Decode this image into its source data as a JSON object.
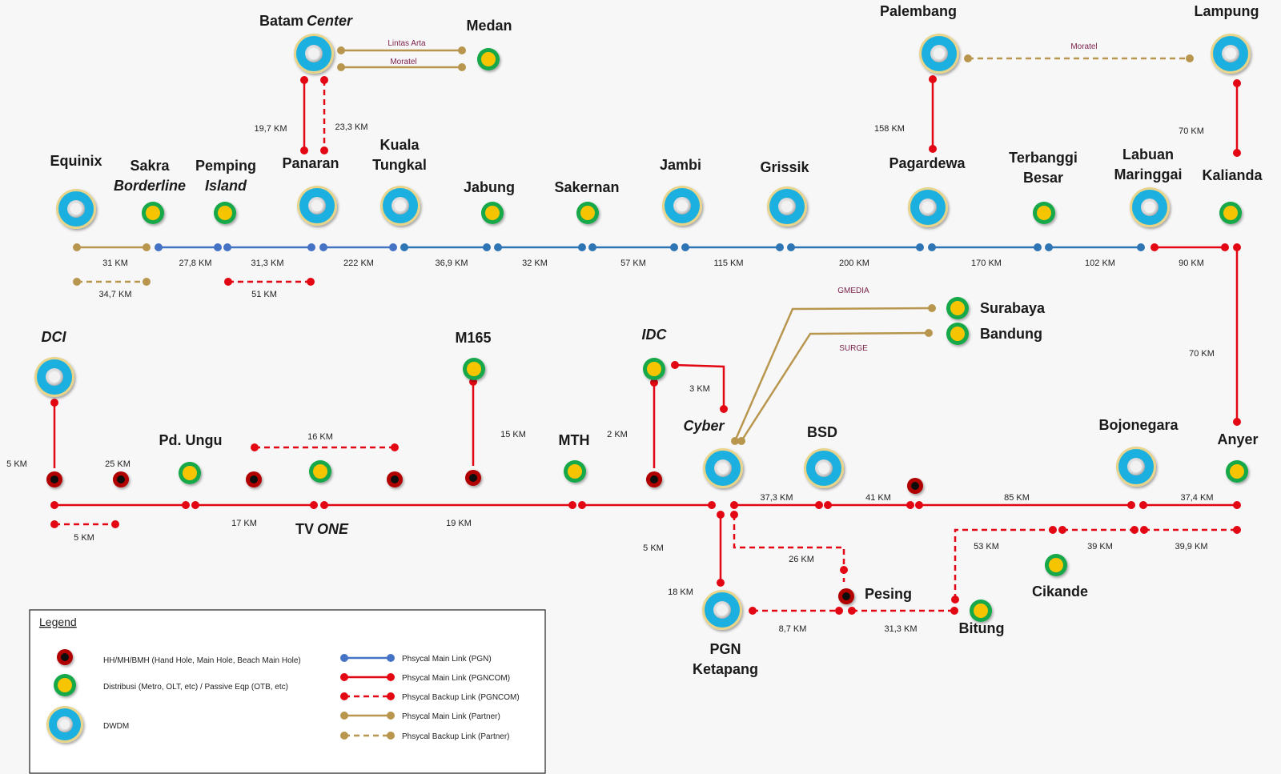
{
  "colors": {
    "pgn": "#4472c4",
    "pgn_dark": "#2e75b6",
    "pgncom": "#e30613",
    "partner": "#b8964e",
    "dwdm_ring": "#e8d48a",
    "dwdm_fill": "#1ab0e0",
    "dist_ring": "#12a84a",
    "dist_fill": "#f6c400",
    "hh_ring": "#b00000",
    "hh_fill": "#111111",
    "partner_label": "#7a1f4a"
  },
  "nodes": [
    {
      "id": "equinix",
      "label": "Equinix",
      "label2": "",
      "italic": false,
      "type": "dwdm"
    },
    {
      "id": "sakra",
      "label": "Sakra",
      "label2": "Borderline",
      "italic2": true,
      "type": "dist"
    },
    {
      "id": "pemping",
      "label": "Pemping",
      "label2": "Island",
      "italic2": true,
      "type": "dist"
    },
    {
      "id": "panaran",
      "label": "Panaran",
      "label2": "",
      "type": "dwdm"
    },
    {
      "id": "kuala",
      "label": "Kuala",
      "label2": "Tungkal",
      "type": "dwdm"
    },
    {
      "id": "jabung",
      "label": "Jabung",
      "label2": "",
      "type": "dist"
    },
    {
      "id": "sakernan",
      "label": "Sakernan",
      "label2": "",
      "type": "dist"
    },
    {
      "id": "jambi",
      "label": "Jambi",
      "label2": "",
      "type": "dwdm"
    },
    {
      "id": "grissik",
      "label": "Grissik",
      "label2": "",
      "type": "dwdm"
    },
    {
      "id": "pagardewa",
      "label": "Pagardewa",
      "label2": "",
      "type": "dwdm"
    },
    {
      "id": "terbanggi",
      "label": "Terbanggi",
      "label2": "Besar",
      "type": "dist"
    },
    {
      "id": "labuan",
      "label": "Labuan",
      "label2": "Maringgai",
      "type": "dwdm"
    },
    {
      "id": "kalianda",
      "label": "Kalianda",
      "label2": "",
      "type": "dist"
    },
    {
      "id": "batam",
      "label": "Batam",
      "label2": "Center",
      "italic2": true,
      "type": "dwdm"
    },
    {
      "id": "medan",
      "label": "Medan",
      "label2": "",
      "type": "dist"
    },
    {
      "id": "palembang",
      "label": "Palembang",
      "label2": "",
      "type": "dwdm"
    },
    {
      "id": "lampung",
      "label": "Lampung",
      "label2": "",
      "type": "dwdm"
    },
    {
      "id": "dci",
      "label": "DCI",
      "label2": "",
      "italic": true,
      "type": "dwdm"
    },
    {
      "id": "pdungu",
      "label": "Pd. Ungu",
      "label2": "",
      "type": "dist"
    },
    {
      "id": "tvone",
      "label": "TV",
      "label2": "ONE",
      "italic2": true,
      "type": "dist"
    },
    {
      "id": "m165",
      "label": "M165",
      "label2": "",
      "type": "dist"
    },
    {
      "id": "mth",
      "label": "MTH",
      "label2": "",
      "type": "dist"
    },
    {
      "id": "idc",
      "label": "IDC",
      "label2": "",
      "italic": true,
      "type": "dist"
    },
    {
      "id": "cyber",
      "label": "Cyber",
      "label2": "",
      "italic": true,
      "type": "dwdm"
    },
    {
      "id": "bsd",
      "label": "BSD",
      "label2": "",
      "type": "dwdm"
    },
    {
      "id": "bojonegara",
      "label": "Bojonegara",
      "label2": "",
      "type": "dwdm"
    },
    {
      "id": "anyer",
      "label": "Anyer",
      "label2": "",
      "type": "dist"
    },
    {
      "id": "surabaya",
      "label": "Surabaya",
      "label2": "",
      "type": "dist"
    },
    {
      "id": "bandung",
      "label": "Bandung",
      "label2": "",
      "type": "dist"
    },
    {
      "id": "pgnketapang",
      "label": "PGN",
      "label2": "Ketapang",
      "type": "dwdm"
    },
    {
      "id": "pesing",
      "label": "Pesing",
      "label2": "",
      "type": "hh"
    },
    {
      "id": "bitung",
      "label": "Bitung",
      "label2": "",
      "type": "dist"
    },
    {
      "id": "cikande",
      "label": "Cikande",
      "label2": "",
      "type": "dist"
    }
  ],
  "distances": {
    "equinix_sakra": "31 KM",
    "equinix_sakra_backup": "34,7 KM",
    "sakra_pemping": "27,8 KM",
    "pemping_panaran": "31,3 KM",
    "pemping_panaran_backup": "51 KM",
    "panaran_kuala": "222 KM",
    "kuala_jabung": "36,9 KM",
    "jabung_sakernan": "32 KM",
    "sakernan_jambi": "57 KM",
    "jambi_grissik": "115 KM",
    "grissik_pagardewa": "200 KM",
    "pagardewa_terbanggi": "170 KM",
    "terbanggi_labuan": "102 KM",
    "labuan_kalianda": "90 KM",
    "batam_panaran_main": "19,7 KM",
    "batam_panaran_backup": "23,3 KM",
    "palembang_pagardewa": "158 KM",
    "lampung_kalianda": "70 KM",
    "kalianda_anyer": "70 KM",
    "dci_drop": "5 KM",
    "dci_backup": "5 KM",
    "seg_25": "25 KM",
    "seg_17": "17 KM",
    "seg_16": "16 KM",
    "m165_drop": "15 KM",
    "seg_19": "19 KM",
    "idc_drop": "2 KM",
    "idc_cyber": "3 KM",
    "cyber_5": "5 KM",
    "cyber_bsd": "37,3 KM",
    "bsd_hh": "41 KM",
    "hh_bojonegara": "85 KM",
    "bojonegara_anyer": "37,4 KM",
    "cyber_pgn": "18 KM",
    "cyber_pesing": "26 KM",
    "pgn_pesing": "8,7 KM",
    "pesing_bitung": "31,3 KM",
    "bitung_53": "53 KM",
    "seg_39": "39 KM",
    "seg_39_9": "39,9 KM"
  },
  "partner_links": {
    "batam_medan_1": "Lintas Arta",
    "batam_medan_2": "Moratel",
    "palembang_lampung": "Moratel",
    "surabaya": "GMEDIA",
    "bandung": "SURGE"
  },
  "legend": {
    "title": "Legend",
    "hh": "HH/MH/BMH (Hand Hole, Main Hole, Beach Main Hole)",
    "dist": "Distribusi (Metro, OLT, etc) / Passive Eqp (OTB, etc)",
    "dwdm": "DWDM",
    "pgn_main": "Phsycal Main Link (PGN)",
    "pgncom_main": "Phsycal Main Link (PGNCOM)",
    "pgncom_backup": "Phsycal Backup Link (PGNCOM)",
    "partner_main": "Phsycal Main Link (Partner)",
    "partner_backup": "Phsycal Backup Link (Partner)"
  }
}
